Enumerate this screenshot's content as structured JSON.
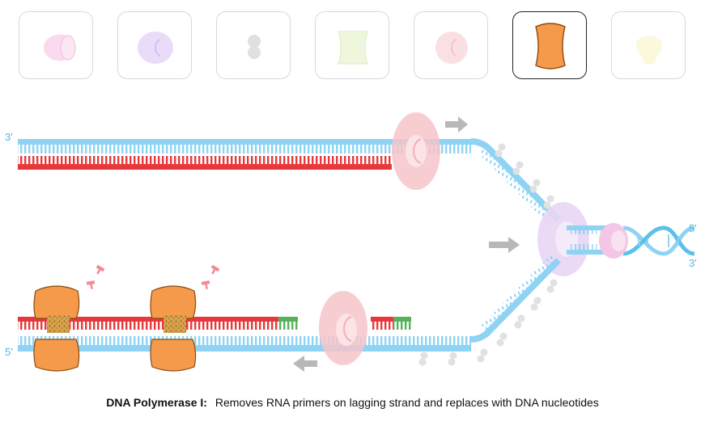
{
  "toolbar": {
    "tiles": [
      {
        "icon": "helicase-icon",
        "selected": false
      },
      {
        "icon": "primase-icon",
        "selected": false
      },
      {
        "icon": "ssb-protein-icon",
        "selected": false
      },
      {
        "icon": "ligase-icon",
        "selected": false
      },
      {
        "icon": "polymerase-iii-icon",
        "selected": false
      },
      {
        "icon": "polymerase-i-icon",
        "selected": true
      },
      {
        "icon": "topoisomerase-icon",
        "selected": false
      }
    ]
  },
  "diagram": {
    "labels": {
      "top_left_end": "3'",
      "bottom_left_end": "5'",
      "right_top_end": "5'",
      "right_bottom_end": "3'"
    },
    "colors": {
      "dna": "#8fd3f4",
      "dna_dark": "#5cc1ea",
      "rna_primer": "#e8383c",
      "new_dna": "#e8383c",
      "okazaki_green": "#56b35a",
      "polymerase_i": "#f59a4a",
      "polymerase_iii": "#f6c4ca",
      "helicase": "#e9d6f5",
      "ssb": "#d4d4d4",
      "arrow": "#b8b8b8"
    }
  },
  "caption": {
    "title": "DNA Polymerase I:",
    "text": "Removes RNA primers on lagging strand and replaces with DNA nucleotides"
  }
}
